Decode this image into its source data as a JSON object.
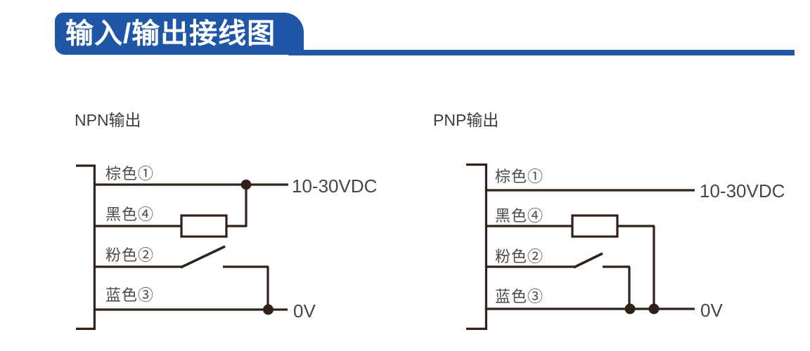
{
  "header": {
    "title": "输入/输出接线图"
  },
  "diagrams": [
    {
      "title": "NPN输出",
      "wires": [
        {
          "label": "棕色①",
          "color_name": "brown",
          "pin": "1"
        },
        {
          "label": "黑色④",
          "color_name": "black",
          "pin": "4"
        },
        {
          "label": "粉色②",
          "color_name": "pink",
          "pin": "2"
        },
        {
          "label": "蓝色③",
          "color_name": "blue",
          "pin": "3"
        }
      ],
      "terminals": {
        "power": "10-30VDC",
        "ground": "0V"
      }
    },
    {
      "title": "PNP输出",
      "wires": [
        {
          "label": "棕色①",
          "color_name": "brown",
          "pin": "1"
        },
        {
          "label": "黑色④",
          "color_name": "black",
          "pin": "4"
        },
        {
          "label": "粉色②",
          "color_name": "pink",
          "pin": "2"
        },
        {
          "label": "蓝色③",
          "color_name": "blue",
          "pin": "3"
        }
      ],
      "terminals": {
        "power": "10-30VDC",
        "ground": "0V"
      }
    }
  ],
  "colors": {
    "banner_blue": "#1f57a6",
    "circuit_line": "#30211a",
    "label_text": "#4f4a47",
    "banner_text": "#ffffff"
  }
}
